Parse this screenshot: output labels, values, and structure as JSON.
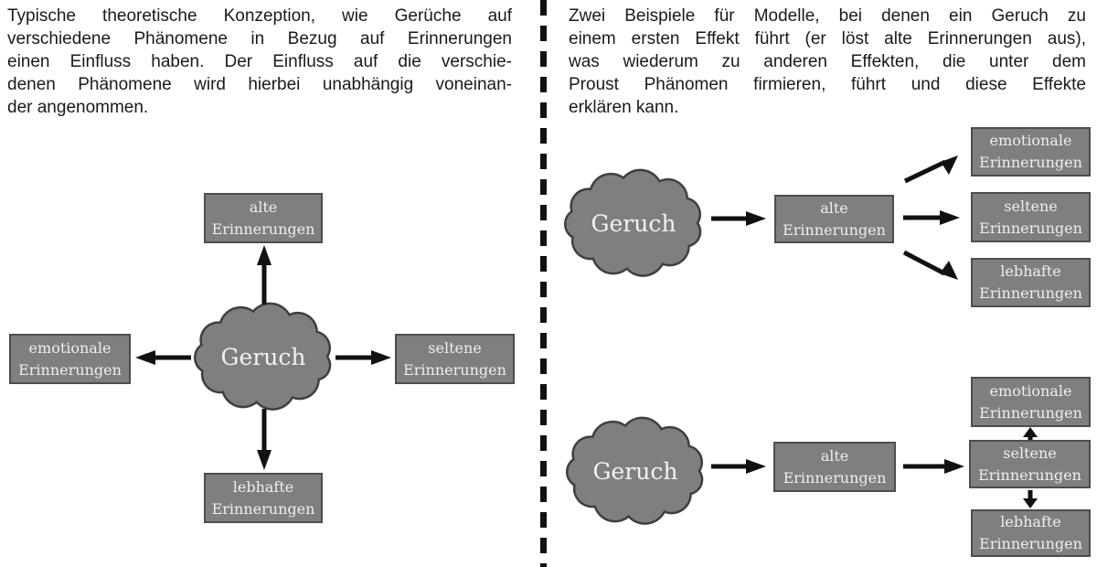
{
  "colors": {
    "box_fill": "#7f7f7f",
    "box_border": "#4d4d4d",
    "box_text": "#eeeeee",
    "cloud_fill": "#7f7f7f",
    "cloud_border": "#3f3f3f",
    "arrow": "#111111",
    "paragraph_text": "#1a1a1a",
    "background": "#ffffff"
  },
  "left_panel": {
    "description_lines": [
      "Typische theoretische Konzeption, wie Gerüche auf",
      "verschiedene Phänomene in Bezug auf Erinnerungen",
      "einen Einfluss haben. Der Einfluss auf die verschie-",
      "denen Phänomene wird hierbei unabhängig voneinan-",
      "der angenommen."
    ],
    "cloud_label": "Geruch",
    "box_top": {
      "line1": "alte",
      "line2": "Erinnerungen"
    },
    "box_left": {
      "line1": "emotionale",
      "line2": "Erinnerungen"
    },
    "box_right": {
      "line1": "seltene",
      "line2": "Erinnerungen"
    },
    "box_bottom": {
      "line1": "lebhafte",
      "line2": "Erinnerungen"
    }
  },
  "right_panel": {
    "description_lines": [
      "Zwei Beispiele für Modelle, bei denen ein Geruch zu",
      "einem ersten Effekt führt (er löst alte Erinnerungen aus),",
      "was wiederum zu anderen Effekten, die unter dem",
      "Proust Phänomen  firmieren, führt und diese Effekte",
      "erklären kann."
    ],
    "model_top": {
      "cloud_label": "Geruch",
      "box_first": {
        "line1": "alte",
        "line2": "Erinnerungen"
      },
      "box_out1": {
        "line1": "emotionale",
        "line2": "Erinnerungen"
      },
      "box_out2": {
        "line1": "seltene",
        "line2": "Erinnerungen"
      },
      "box_out3": {
        "line1": "lebhafte",
        "line2": "Erinnerungen"
      }
    },
    "model_bottom": {
      "cloud_label": "Geruch",
      "box_first": {
        "line1": "alte",
        "line2": "Erinnerungen"
      },
      "box_chain": {
        "line1": "seltene",
        "line2": "Erinnerungen"
      },
      "box_up": {
        "line1": "emotionale",
        "line2": "Erinnerungen"
      },
      "box_down": {
        "line1": "lebhafte",
        "line2": "Erinnerungen"
      }
    }
  }
}
